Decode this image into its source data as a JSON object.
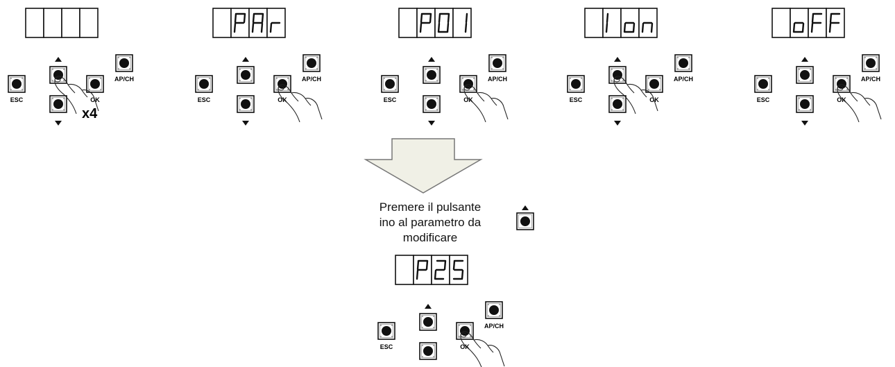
{
  "steps": [
    {
      "display": [
        "",
        "",
        "",
        ""
      ],
      "hand_on": "up",
      "repeat": "x4"
    },
    {
      "display": [
        "",
        "P",
        "A",
        "r"
      ],
      "hand_on": "ok",
      "repeat": ""
    },
    {
      "display": [
        "",
        "P",
        "0",
        "1"
      ],
      "hand_on": "ok",
      "repeat": ""
    },
    {
      "display": [
        "",
        "|",
        "o",
        "n"
      ],
      "hand_on": "up",
      "repeat": ""
    },
    {
      "display": [
        "",
        "o",
        "F",
        "F"
      ],
      "hand_on": "ok",
      "repeat": ""
    }
  ],
  "final_step": {
    "display": [
      "",
      "P",
      "2",
      "5"
    ],
    "hand_on": "ok",
    "repeat": ""
  },
  "instruction": {
    "lines": [
      "Premere il pulsante",
      "ino al parametro da",
      "modificare"
    ]
  },
  "button_labels": {
    "esc": "ESC",
    "ok": "OK",
    "apch": "AP/CH"
  },
  "colors": {
    "line": "#111111",
    "arrow_fill": "#f0f0e6",
    "arrow_stroke": "#777777"
  }
}
